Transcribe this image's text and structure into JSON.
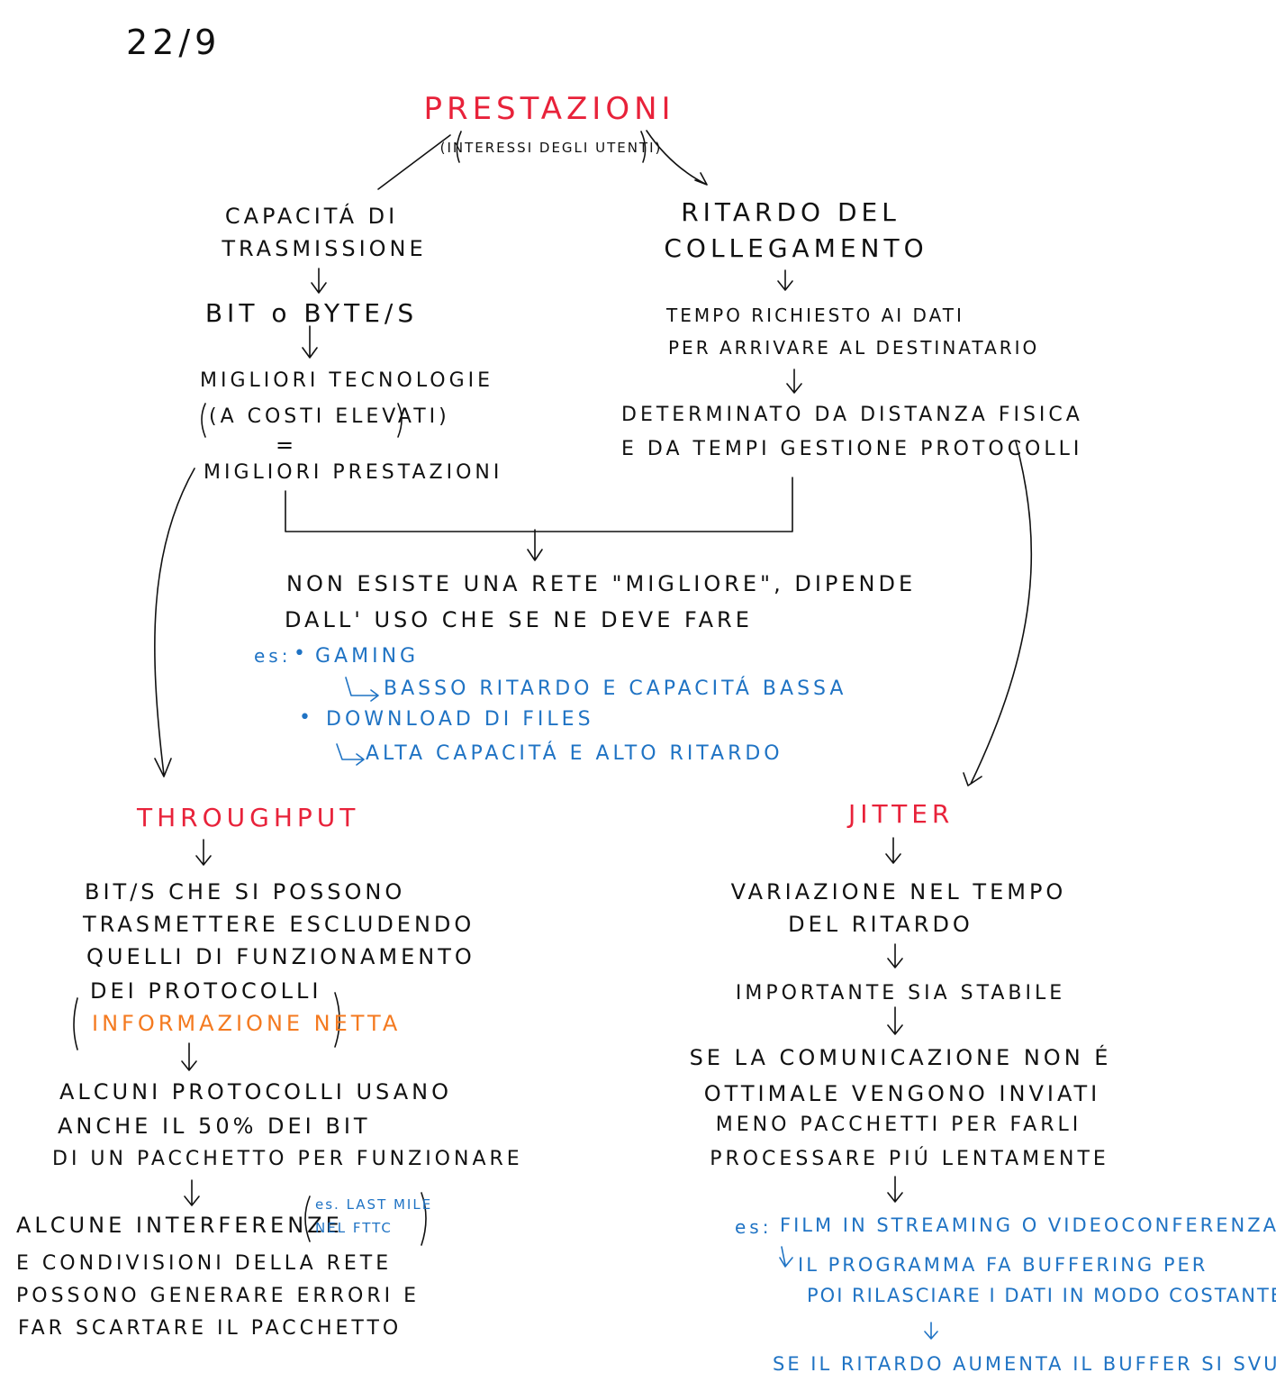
{
  "date": "22/9",
  "colors": {
    "ink": "#111111",
    "title": "#e8223a",
    "example": "#1f73c4",
    "highlight": "#f47a20"
  },
  "root": {
    "title": "PRESTAZIONI",
    "subtitle": "(INTERESSI DEGLI UTENTI)"
  },
  "capacity": {
    "line1": "CAPACITÁ DI",
    "line2": "TRASMISSIONE",
    "unit": "BIT o BYTE/S",
    "tech1": "MIGLIORI TECNOLOGIE",
    "tech2": "(A COSTI ELEVATI)",
    "equals": "=",
    "tech3": "MIGLIORI PRESTAZIONI"
  },
  "delay": {
    "line1": "RITARDO DEL",
    "line2": "COLLEGAMENTO",
    "desc1": "TEMPO RICHIESTO AI DATI",
    "desc2": "PER ARRIVARE AL DESTINATARIO",
    "det1": "DETERMINATO DA DISTANZA FISICA",
    "det2": "E DA TEMPI GESTIONE PROTOCOLLI"
  },
  "center": {
    "line1": "NON ESISTE UNA RETE \"MIGLIORE\", DIPENDE",
    "line2": "DALL' USO CHE SE NE DEVE FARE",
    "ex_label": "es:",
    "ex1": "GAMING",
    "ex1_detail": "BASSO RITARDO E CAPACITÁ BASSA",
    "ex2": "DOWNLOAD DI FILES",
    "ex2_detail": "ALTA CAPACITÁ E ALTO RITARDO"
  },
  "throughput": {
    "title": "THROUGHPUT",
    "d1": "BIT/S CHE SI POSSONO",
    "d2": "TRASMETTERE ESCLUDENDO",
    "d3": "QUELLI DI FUNZIONAMENTO",
    "d4": "DEI PROTOCOLLI",
    "net": "INFORMAZIONE NETTA",
    "p1": "ALCUNI PROTOCOLLI USANO",
    "p2": "ANCHE IL 50% DEI BIT",
    "p3": "DI UN PACCHETTO PER FUNZIONARE",
    "i1": "ALCUNE INTERFERENZE",
    "i_note1": "es. LAST MILE",
    "i_note2": "NEL FTTC",
    "i2": "E CONDIVISIONI DELLA RETE",
    "i3": "POSSONO GENERARE ERRORI E",
    "i4": "FAR SCARTARE IL PACCHETTO"
  },
  "jitter": {
    "title": "JITTER",
    "d1": "VARIAZIONE NEL TEMPO",
    "d2": "DEL RITARDO",
    "stable": "IMPORTANTE SIA STABILE",
    "c1": "SE LA COMUNICAZIONE NON É",
    "c2": "OTTIMALE VENGONO INVIATI",
    "c3": "MENO PACCHETTI PER FARLI",
    "c4": "PROCESSARE PIÚ LENTAMENTE",
    "ex_label": "es:",
    "ex1": "FILM IN STREAMING O VIDEOCONFERENZA",
    "ex2": "IL PROGRAMMA FA BUFFERING PER",
    "ex3": "POI RILASCIARE I DATI IN MODO COSTANTE",
    "ex4": "SE IL RITARDO AUMENTA IL BUFFER SI SVUOTA"
  }
}
